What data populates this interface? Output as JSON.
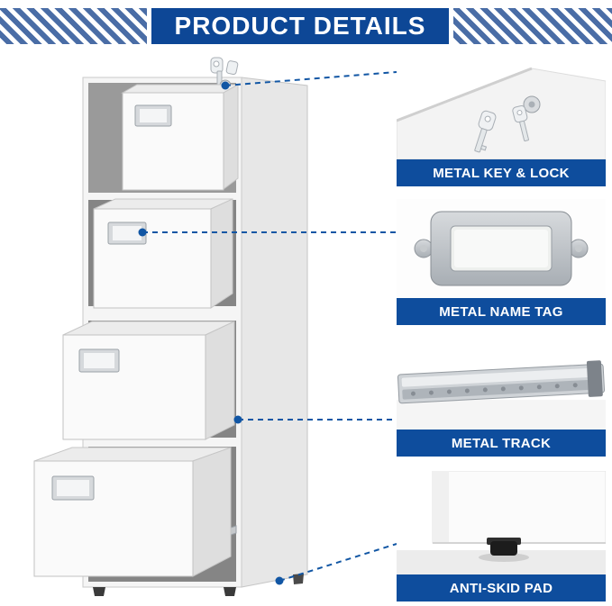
{
  "header": {
    "title": "PRODUCT DETAILS"
  },
  "features": [
    {
      "label": "METAL KEY & LOCK"
    },
    {
      "label": "METAL NAME TAG"
    },
    {
      "label": "METAL TRACK"
    },
    {
      "label": "ANTI-SKID PAD"
    }
  ],
  "colors": {
    "brand_blue": "#0d4796",
    "label_blue": "#0e4d9d",
    "stripe_blue": "#4a6da6",
    "connector_blue": "#1156a4"
  }
}
